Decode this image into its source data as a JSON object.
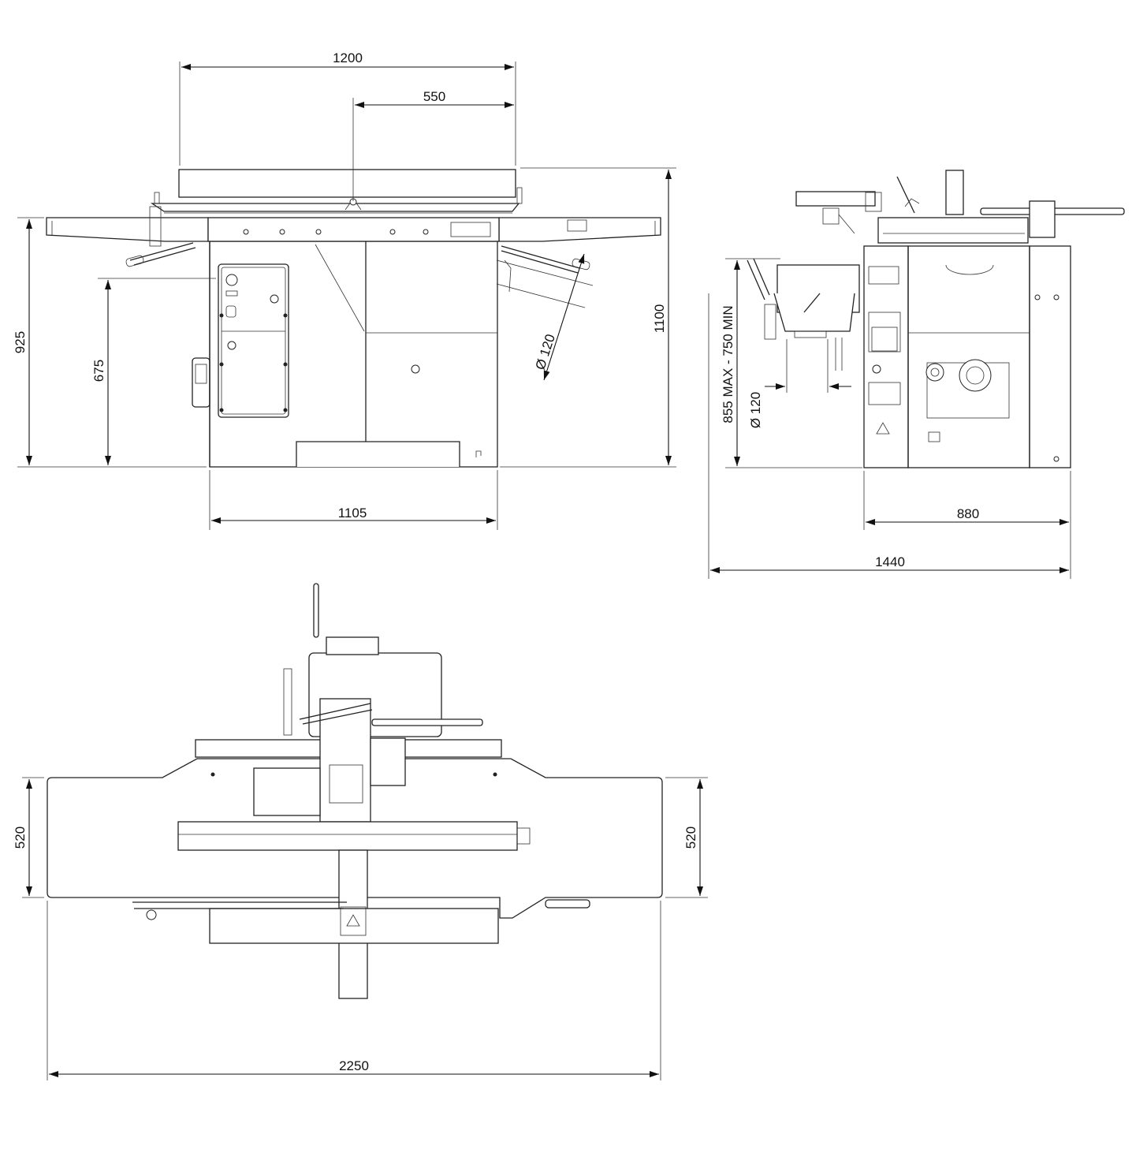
{
  "front_view": {
    "width_top": "1200",
    "offset": "550",
    "height_table": "925",
    "height_panel": "675",
    "height_total": "1100",
    "tool_diameter": "Ø 120",
    "width_base": "1105"
  },
  "side_view": {
    "height_range": "855 MAX - 750 MIN",
    "tool_diameter": "Ø 120",
    "width_base": "880",
    "width_total": "1440"
  },
  "top_view": {
    "depth_left": "520",
    "depth_right": "520",
    "length_total": "2250"
  },
  "colors": {
    "line": "#222222",
    "background": "#ffffff"
  }
}
